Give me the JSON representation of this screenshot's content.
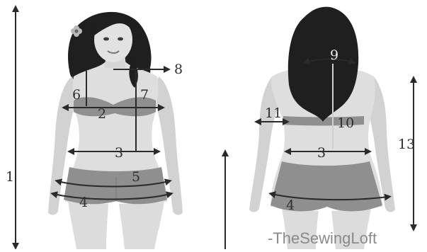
{
  "labels": {
    "front": [
      "1",
      "2",
      "3",
      "4",
      "5",
      "6",
      "7",
      "8"
    ],
    "back": [
      "9",
      "10",
      "11",
      "3",
      "4",
      "13"
    ]
  },
  "watermark": "-TheSewingLoft",
  "colors": {
    "skin": "#dcdcdc",
    "garment": "#8f8f8f",
    "hair": "#1f1f1f",
    "line": "#2a2a2a",
    "flower": "#b9b9b9"
  },
  "icons": [
    "flower-icon"
  ]
}
